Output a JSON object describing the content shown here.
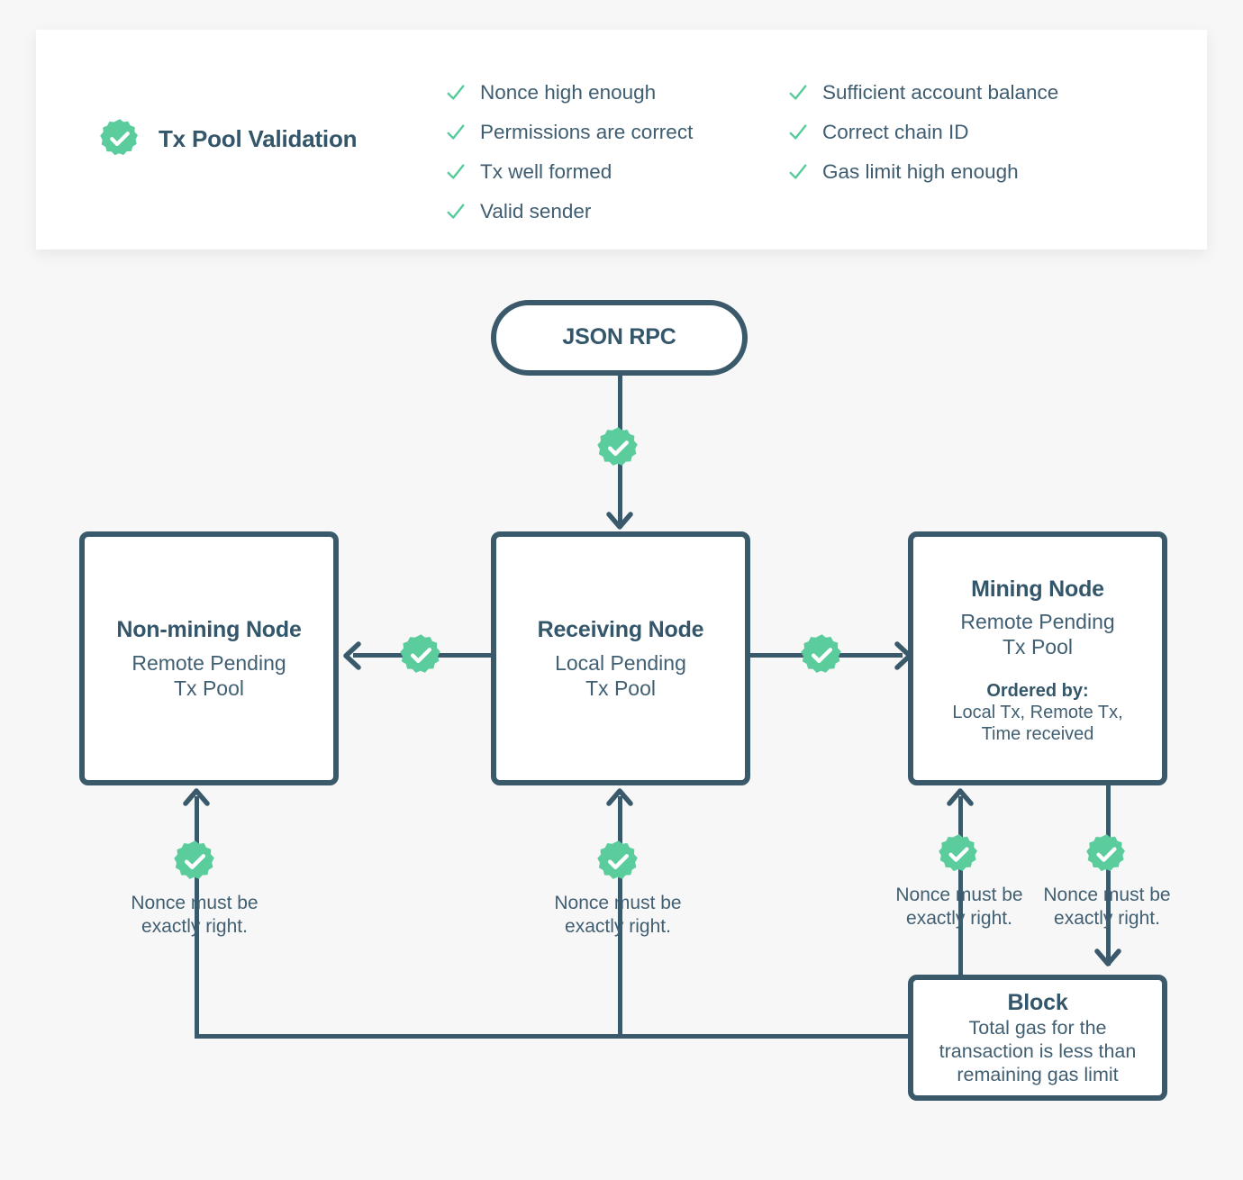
{
  "colors": {
    "background": "#f7f7f7",
    "card": "#ffffff",
    "ink": "#34566a",
    "body_text": "#415f72",
    "stroke": "#3a5a6c",
    "accent_green": "#5bcd9d"
  },
  "validation_card": {
    "title": "Tx Pool Validation",
    "badge_icon": "check-badge-icon",
    "column_1": [
      "Nonce high enough",
      "Permissions are correct",
      "Tx well formed",
      "Valid sender"
    ],
    "column_2": [
      "Sufficient account balance",
      "Correct chain ID",
      "Gas limit high enough"
    ]
  },
  "nodes": {
    "json_rpc": {
      "title": "JSON RPC"
    },
    "non_mining": {
      "title": "Non-mining Node",
      "subtitle_line1": "Remote Pending",
      "subtitle_line2": "Tx Pool"
    },
    "receiving": {
      "title": "Receiving Node",
      "subtitle_line1": "Local Pending",
      "subtitle_line2": "Tx Pool"
    },
    "mining": {
      "title": "Mining Node",
      "subtitle_line1": "Remote Pending",
      "subtitle_line2": "Tx Pool",
      "ordered_label": "Ordered by:",
      "ordered_line1": "Local Tx, Remote Tx,",
      "ordered_line2": "Time received"
    },
    "block": {
      "title": "Block",
      "subtitle_line1": "Total gas for the",
      "subtitle_line2": "transaction is less than",
      "subtitle_line3": "remaining gas limit"
    }
  },
  "notes": {
    "nonce_non_mining": "Nonce must be\nexactly right.",
    "nonce_receiving": "Nonce must be\nexactly right.",
    "nonce_mining_in": "Nonce must be\nexactly right.",
    "nonce_mining_out": "Nonce must be\nexactly right."
  },
  "edge_badges": {
    "rpc_to_receiving": "check-badge-icon",
    "receiving_to_non_mining": "check-badge-icon",
    "receiving_to_mining": "check-badge-icon",
    "block_to_non_mining": "check-badge-icon",
    "block_to_receiving": "check-badge-icon",
    "block_to_mining": "check-badge-icon",
    "mining_to_block": "check-badge-icon"
  }
}
